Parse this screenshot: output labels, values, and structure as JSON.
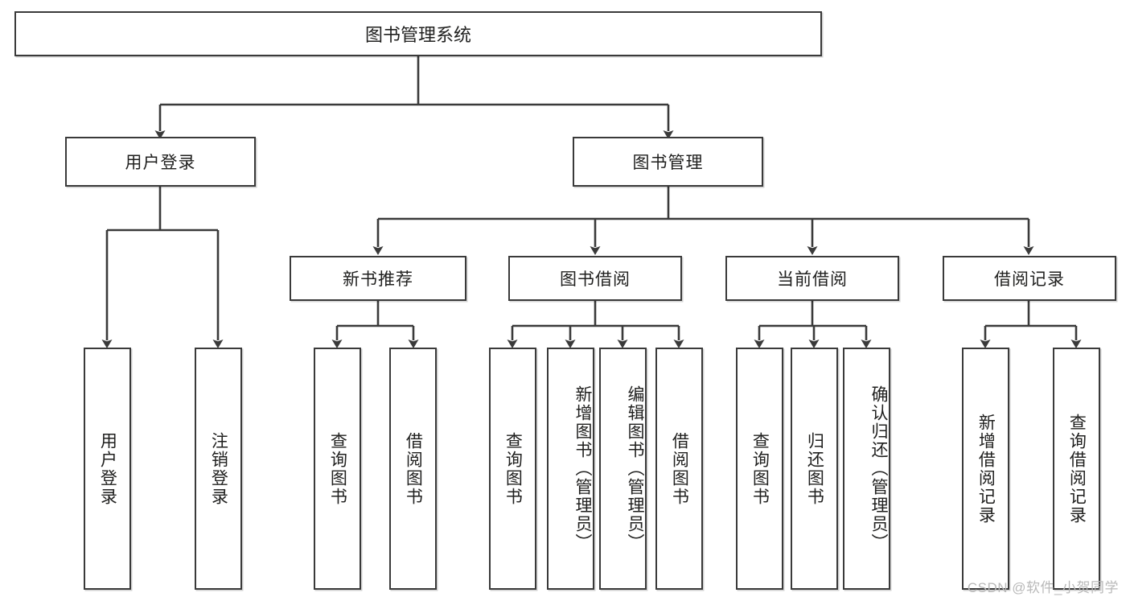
{
  "diagram": {
    "title": "图书管理系统",
    "type": "functional-decomposition-tree",
    "watermark": "CSDN @软件_小贺同学",
    "root": {
      "label": "图书管理系统"
    },
    "level2": [
      {
        "label": "用户登录"
      },
      {
        "label": "图书管理"
      }
    ],
    "level3": [
      {
        "label": "新书推荐"
      },
      {
        "label": "图书借阅"
      },
      {
        "label": "当前借阅"
      },
      {
        "label": "借阅记录"
      }
    ],
    "leaves": [
      {
        "label": "用户登录",
        "parent": "用户登录"
      },
      {
        "label": "注销登录",
        "parent": "用户登录"
      },
      {
        "label": "查询图书",
        "parent": "新书推荐"
      },
      {
        "label": "借阅图书",
        "parent": "新书推荐"
      },
      {
        "label": "查询图书",
        "parent": "图书借阅"
      },
      {
        "label": "新增图书（管理员）",
        "parent": "图书借阅"
      },
      {
        "label": "编辑图书（管理员）",
        "parent": "图书借阅"
      },
      {
        "label": "借阅图书",
        "parent": "图书借阅"
      },
      {
        "label": "查询图书",
        "parent": "当前借阅"
      },
      {
        "label": "归还图书",
        "parent": "当前借阅"
      },
      {
        "label": "确认归还（管理员）",
        "parent": "当前借阅"
      },
      {
        "label": "新增借阅记录",
        "parent": "借阅记录"
      },
      {
        "label": "查询借阅记录",
        "parent": "借阅记录"
      }
    ],
    "colors": {
      "stroke": "#3a3a3a",
      "fill": "#ffffff",
      "text": "#20201f",
      "watermark": "#b9b9b9"
    }
  }
}
